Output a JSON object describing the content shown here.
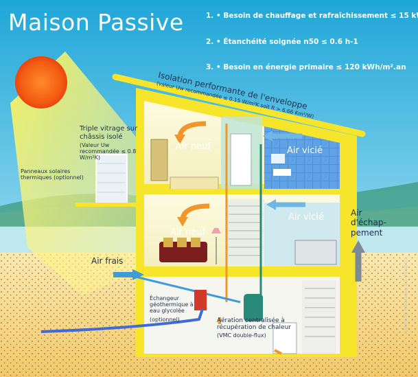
{
  "title": "Maison Passive",
  "criteria": [
    "1. • Besoin de chauffage et rafraîchissement ≤ 15 kWh/m².an",
    "2. • Étanchéité soignée n50 ≤ 0.6 h-1",
    "3. • Besoin en énergie primaire ≤ 120 kWh/m².an"
  ],
  "envelope": {
    "title": "Isolation performante de l'enveloppe",
    "detail": "(valeur Uw recommandée ≤ 0.15 W/m²K soit R > 6.66 Km²/W)"
  },
  "glazing": {
    "title": "Triple vitrage sur châssis isolé",
    "detail": "(Valeur Uw recommandée ≤ 0.8 W/m²K)"
  },
  "solar_panels": "Panneaux solaires thermiques (optionnel)",
  "rooms": {
    "air_neuf_top": "Air neuf",
    "air_vicie_top": "Air vicié",
    "air_neuf_mid": "Air neuf",
    "air_vicie_mid": "Air vicié"
  },
  "air_frais": "Air frais",
  "air_exhaust": "Air d'échap-pement",
  "exchanger": {
    "title": "Échangeur géothermique à eau glycolée",
    "detail": "(optionnel)"
  },
  "ventilation": {
    "title": "Aération centralisée à récupération de chaleur",
    "detail": "(VMC double-flux)"
  },
  "credits": "CC BY-SA 3.0 Wikimedia Commons",
  "colors": {
    "sky_top": "#1ea6d8",
    "sky_bottom": "#cdeff2",
    "ground": "#f6d98a",
    "wall": "#f6e52b",
    "fresh_air_arrow": "#3f9ad8",
    "stale_air_arrow": "#f0962a",
    "text_dark": "#1f2f4a"
  }
}
